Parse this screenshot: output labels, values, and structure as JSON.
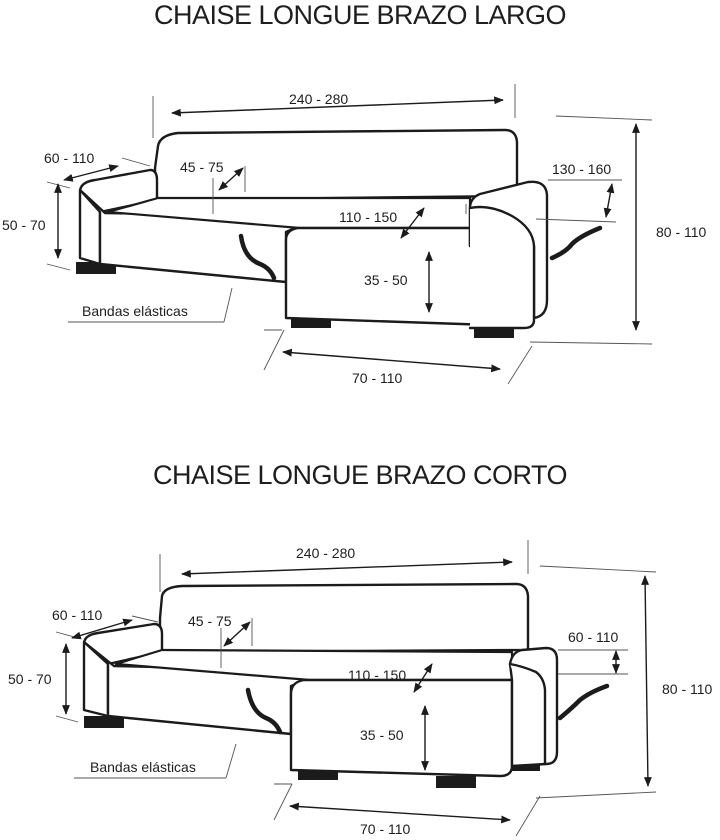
{
  "diagrams": [
    {
      "title": "CHAISE LONGUE BRAZO LARGO",
      "labels": {
        "width": "240 - 280",
        "arm_depth": "60 - 110",
        "back_height": "45 - 75",
        "arm_side": "130 - 160",
        "left_height": "50 - 70",
        "chaise_length": "110 - 150",
        "total_height": "80 - 110",
        "seat_height": "35 - 50",
        "elastic_bands": "Bandas elásticas",
        "chaise_width": "70 - 110"
      }
    },
    {
      "title": "CHAISE LONGUE BRAZO CORTO",
      "labels": {
        "width": "240 - 280",
        "arm_depth": "60 - 110",
        "back_height": "45 - 75",
        "arm_side": "60 - 110",
        "left_height": "50 - 70",
        "chaise_length": "110 - 150",
        "total_height": "80 - 110",
        "seat_height": "35 - 50",
        "elastic_bands": "Bandas elásticas",
        "chaise_width": "70 - 110"
      }
    }
  ]
}
